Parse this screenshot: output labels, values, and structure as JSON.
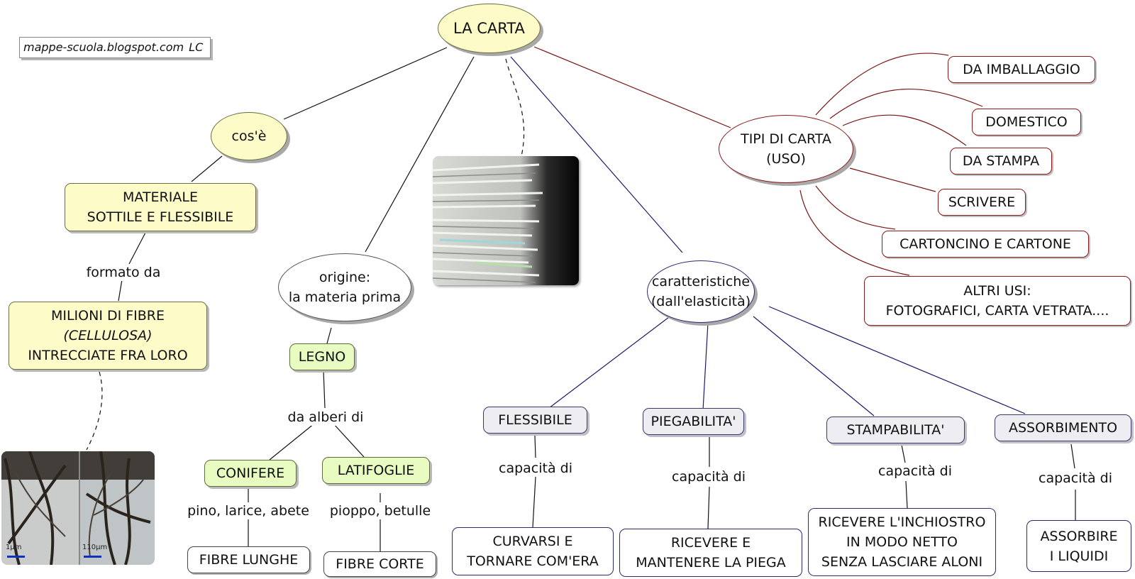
{
  "credit": "mappe-scuola.blogspot.com   LC",
  "root": "LA CARTA",
  "cos_e": {
    "node": "cos'è",
    "definition": [
      "MATERIALE",
      "SOTTILE E FLESSIBILE"
    ],
    "link": "formato da",
    "fibre": {
      "line1": "MILIONI DI FIBRE",
      "line2": "(CELLULOSA)",
      "line3": "INTRECCIATE FRA LORO"
    },
    "micro_scale": [
      "1µm",
      "110µm"
    ]
  },
  "origine": {
    "node": [
      "origine:",
      "la materia prima"
    ],
    "legno": "LEGNO",
    "link": "da alberi di",
    "conifere": {
      "label": "CONIFERE",
      "examples": "pino, larice, abete",
      "fibre": "FIBRE LUNGHE"
    },
    "latifoglie": {
      "label": "LATIFOGLIE",
      "examples": "pioppo, betulle",
      "fibre": "FIBRE CORTE"
    }
  },
  "caratteristiche": {
    "node": [
      "caratteristiche",
      "(dall'elasticità)"
    ],
    "link": "capacità di",
    "items": [
      {
        "label": "FLESSIBILE",
        "capacity": [
          "CURVARSI E",
          "TORNARE COM'ERA"
        ]
      },
      {
        "label": "PIEGABILITA'",
        "capacity": [
          "RICEVERE E",
          "MANTENERE LA PIEGA"
        ]
      },
      {
        "label": "STAMPABILITA'",
        "capacity": [
          "RICEVERE L'INCHIOSTRO",
          "IN MODO NETTO",
          "SENZA LASCIARE ALONI"
        ]
      },
      {
        "label": "ASSORBIMENTO",
        "capacity": [
          "ASSORBIRE",
          "I LIQUIDI"
        ]
      }
    ]
  },
  "tipi": {
    "node": [
      "TIPI DI CARTA",
      "(USO)"
    ],
    "items": [
      "DA IMBALLAGGIO",
      "DOMESTICO",
      "DA STAMPA",
      "SCRIVERE",
      "CARTONCINO E CARTONE"
    ],
    "altri": [
      "ALTRI USI:",
      "FOTOGRAFICI, CARTA VETRATA...."
    ]
  },
  "colors": {
    "root_fill": "#fdfbc8",
    "definition_fill": "#fdfbc8",
    "wood_fill": "#e8fbc0",
    "trait_fill": "#eeeef2",
    "tipi_border": "#8a1a1a",
    "trait_border": "#2a2a70"
  }
}
